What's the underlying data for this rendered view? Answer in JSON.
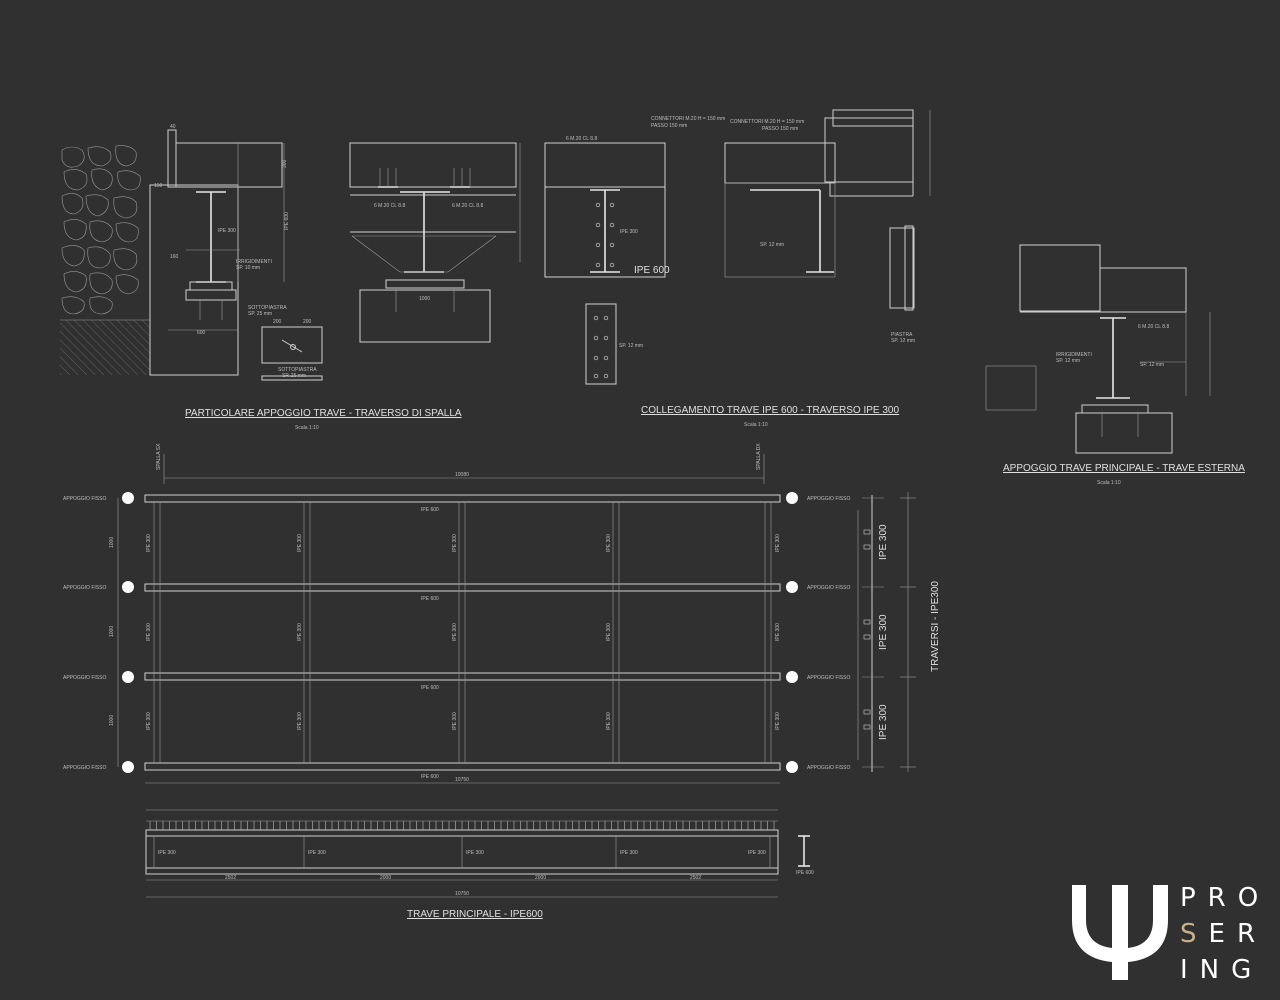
{
  "detail1": {
    "title": "PARTICOLARE APPOGGIO TRAVE - TRAVERSO DI SPALLA",
    "scale": "Scala 1:10",
    "labels": [
      "IPE 300",
      "IRRIGIDIMENTI",
      "SP. 10 mm",
      "SOTTOPIASTRA",
      "SP. 25 mm",
      "IPE 600"
    ],
    "dims": [
      "300",
      "150",
      "160",
      "40",
      "600",
      "200",
      "200"
    ]
  },
  "detail2": {
    "title": "COLLEGAMENTO TRAVE IPE 600 - TRAVERSO IPE 300",
    "scale": "Scala 1:10",
    "labels": [
      "6 M.20 CL 8.8",
      "6 M.20 CL 8.8",
      "1000",
      "CONNETTORI M.20 H = 150 mm",
      "PASSO 150 mm",
      "6 M.20 CL 8.8",
      "IPE 300",
      "IPE 600",
      "SP. 12 mm",
      "PIASTRA",
      "SP. 12 mm"
    ]
  },
  "detail3": {
    "title": "APPOGGIO TRAVE PRINCIPALE - TRAVE ESTERNA",
    "scale": "Scala 1:10",
    "labels": [
      "IRRIGIDIMENTI",
      "SP. 12 mm",
      "6 M.20 CL 8.8",
      "SP. 12 mm"
    ]
  },
  "plan": {
    "support_label": "APPOGGIO FISSO",
    "beam_label": "IPE 600",
    "cross_label": "IPE 300",
    "top_dim": "10080",
    "bottom_dim": "10750",
    "side_dim": "1000",
    "spalla_left": "SPALLA SX",
    "spalla_right": "SPALLA DX",
    "traversi": "TRAVERSI - IPE300",
    "section_labels": [
      "IPE 300",
      "IPE 300",
      "IPE 300"
    ]
  },
  "elevation": {
    "title": "TRAVE PRINCIPALE - IPE600",
    "labels": [
      "IPE 300",
      "IPE 300",
      "IPE 300",
      "IPE 300",
      "IPE 300"
    ],
    "dims": [
      "2502",
      "2000",
      "2000",
      "2502"
    ],
    "total": "10750",
    "section": "IPE 600"
  },
  "logo": {
    "letters": [
      "PRO",
      "SER",
      "ING"
    ],
    "accent": "#c8b18c"
  }
}
